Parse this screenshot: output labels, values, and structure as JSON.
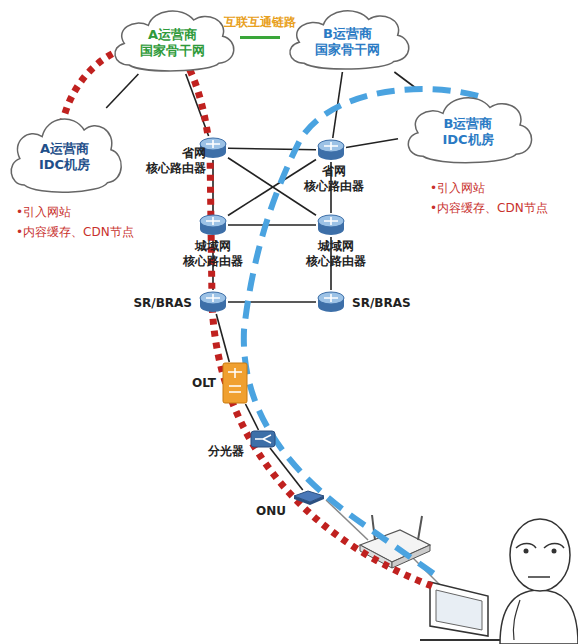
{
  "diagram": {
    "nodes": [
      {
        "text": [
          "A运营商 国家骨干网"
        ]
      },
      {
        "text": [
          "B运营商 国家骨干网"
        ]
      },
      {
        "text": [
          "A运营商 IDC机房"
        ]
      },
      {
        "text": [
          "B运营商 IDC机房"
        ]
      },
      {
        "text": [
          "省网 核心路由器"
        ]
      },
      {
        "text": [
          "省网 核心路由器"
        ]
      },
      {
        "text": [
          "城域网 核心路由器"
        ]
      },
      {
        "text": [
          "城域网 核心路由器"
        ]
      },
      {
        "text": [
          "SR/BRAS"
        ]
      },
      {
        "text": [
          "SR/BRAS"
        ]
      },
      {
        "text": [
          "OLT"
        ]
      },
      {
        "text": [
          "分光器"
        ]
      },
      {
        "text": [
          "ONU"
        ]
      }
    ],
    "edges": [
      {
        "from": 0,
        "to": 2,
        "arrow": "none"
      },
      {
        "from": 0,
        "to": 1,
        "label": "互联互通链路",
        "arrow": "none"
      },
      {
        "from": 0,
        "to": 4,
        "arrow": "none"
      },
      {
        "from": 1,
        "to": 5,
        "arrow": "none"
      },
      {
        "from": 1,
        "to": 3,
        "arrow": "none"
      },
      {
        "from": 3,
        "to": 5,
        "arrow": "none"
      },
      {
        "from": 4,
        "to": 5,
        "arrow": "none"
      },
      {
        "from": 4,
        "to": 6,
        "arrow": "none"
      },
      {
        "from": 5,
        "to": 7,
        "arrow": "none"
      },
      {
        "from": 4,
        "to": 7,
        "arrow": "none"
      },
      {
        "from": 5,
        "to": 6,
        "arrow": "none"
      },
      {
        "from": 6,
        "to": 7,
        "arrow": "none"
      },
      {
        "from": 6,
        "to": 8,
        "arrow": "none"
      },
      {
        "from": 7,
        "to": 9,
        "arrow": "none"
      },
      {
        "from": 8,
        "to": 9,
        "arrow": "none"
      },
      {
        "from": 8,
        "to": 10,
        "arrow": "none"
      },
      {
        "from": 10,
        "to": 11,
        "arrow": "none"
      },
      {
        "from": 11,
        "to": 12,
        "arrow": "none"
      }
    ],
    "labels": [
      "•引入网站",
      "•内容缓存、CDN节点",
      "•引入网站",
      "•内容缓存、CDN节点"
    ]
  }
}
